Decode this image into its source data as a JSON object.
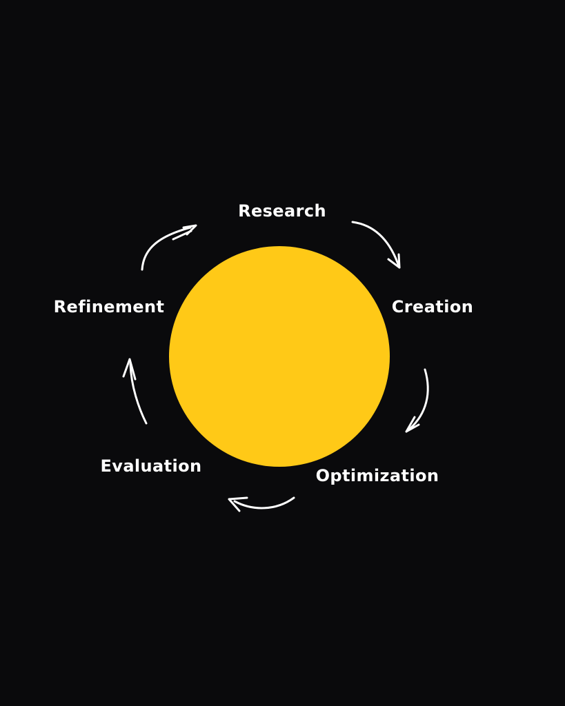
{
  "diagram": {
    "type": "cycle",
    "direction": "clockwise",
    "stages": [
      {
        "label": "Research"
      },
      {
        "label": "Creation"
      },
      {
        "label": "Optimization"
      },
      {
        "label": "Evaluation"
      },
      {
        "label": "Refinement"
      }
    ],
    "arrows": [
      {
        "name": "refinement-to-research"
      },
      {
        "name": "research-to-creation"
      },
      {
        "name": "creation-to-optimization"
      },
      {
        "name": "optimization-to-evaluation"
      },
      {
        "name": "evaluation-to-refinement"
      }
    ],
    "colors": {
      "background": "#0A0A0C",
      "circle": "#FFC917",
      "text": "#FFFFFF",
      "arrow": "#FFFFFF"
    }
  }
}
